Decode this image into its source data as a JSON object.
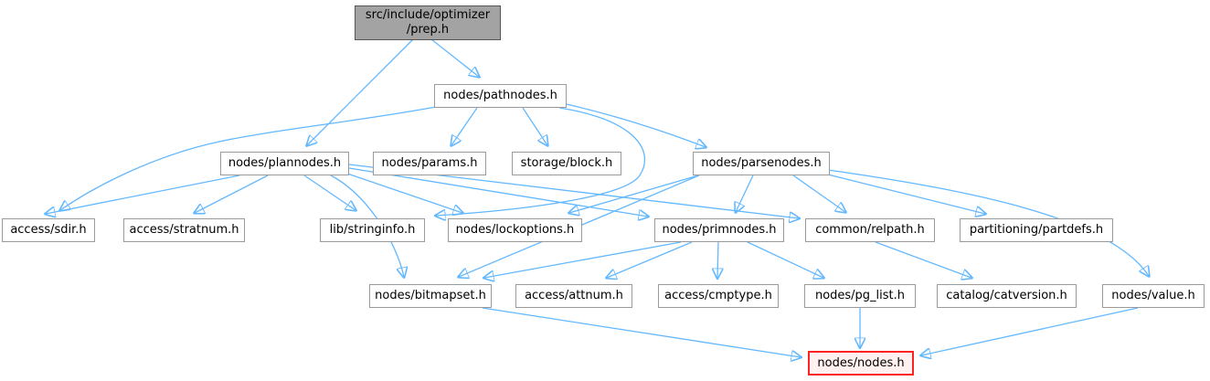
{
  "diagram": {
    "title": "Include dependency graph for src/include/optimizer/prep.h",
    "type": "include-dependency-graph",
    "colors": {
      "edge": "#63b8ff",
      "node_fill": "#ffffff",
      "node_border": "#9a9a9a",
      "root_fill": "#a3a3a3",
      "root_border": "#555555",
      "highlight_fill": "#fff1f0",
      "highlight_border": "#ff2222",
      "text": "#000000"
    },
    "nodes": [
      {
        "id": "prep",
        "label": "src/include/optimizer\n/prep.h",
        "style": "root"
      },
      {
        "id": "pathnodes",
        "label": "nodes/pathnodes.h",
        "style": "normal"
      },
      {
        "id": "plannodes",
        "label": "nodes/plannodes.h",
        "style": "normal"
      },
      {
        "id": "params",
        "label": "nodes/params.h",
        "style": "normal"
      },
      {
        "id": "block",
        "label": "storage/block.h",
        "style": "normal"
      },
      {
        "id": "parsenodes",
        "label": "nodes/parsenodes.h",
        "style": "normal"
      },
      {
        "id": "sdir",
        "label": "access/sdir.h",
        "style": "normal"
      },
      {
        "id": "stratnum",
        "label": "access/stratnum.h",
        "style": "normal"
      },
      {
        "id": "stringinfo",
        "label": "lib/stringinfo.h",
        "style": "normal"
      },
      {
        "id": "lockoptions",
        "label": "nodes/lockoptions.h",
        "style": "normal"
      },
      {
        "id": "primnodes",
        "label": "nodes/primnodes.h",
        "style": "normal"
      },
      {
        "id": "relpath",
        "label": "common/relpath.h",
        "style": "normal"
      },
      {
        "id": "partdefs",
        "label": "partitioning/partdefs.h",
        "style": "normal"
      },
      {
        "id": "bitmapset",
        "label": "nodes/bitmapset.h",
        "style": "normal"
      },
      {
        "id": "attnum",
        "label": "access/attnum.h",
        "style": "normal"
      },
      {
        "id": "cmptype",
        "label": "access/cmptype.h",
        "style": "normal"
      },
      {
        "id": "pg_list",
        "label": "nodes/pg_list.h",
        "style": "normal"
      },
      {
        "id": "catversion",
        "label": "catalog/catversion.h",
        "style": "normal"
      },
      {
        "id": "value",
        "label": "nodes/value.h",
        "style": "normal"
      },
      {
        "id": "nodes",
        "label": "nodes/nodes.h",
        "style": "highlight"
      }
    ],
    "edges": [
      {
        "from": "prep",
        "to": "pathnodes"
      },
      {
        "from": "prep",
        "to": "plannodes"
      },
      {
        "from": "pathnodes",
        "to": "sdir"
      },
      {
        "from": "pathnodes",
        "to": "params"
      },
      {
        "from": "pathnodes",
        "to": "block"
      },
      {
        "from": "pathnodes",
        "to": "parsenodes"
      },
      {
        "from": "pathnodes",
        "to": "stringinfo"
      },
      {
        "from": "plannodes",
        "to": "sdir"
      },
      {
        "from": "plannodes",
        "to": "stratnum"
      },
      {
        "from": "plannodes",
        "to": "stringinfo"
      },
      {
        "from": "plannodes",
        "to": "bitmapset"
      },
      {
        "from": "plannodes",
        "to": "lockoptions"
      },
      {
        "from": "plannodes",
        "to": "primnodes"
      },
      {
        "from": "plannodes",
        "to": "relpath"
      },
      {
        "from": "parsenodes",
        "to": "lockoptions"
      },
      {
        "from": "parsenodes",
        "to": "primnodes"
      },
      {
        "from": "parsenodes",
        "to": "relpath"
      },
      {
        "from": "parsenodes",
        "to": "partdefs"
      },
      {
        "from": "parsenodes",
        "to": "value"
      },
      {
        "from": "parsenodes",
        "to": "bitmapset"
      },
      {
        "from": "primnodes",
        "to": "attnum"
      },
      {
        "from": "primnodes",
        "to": "cmptype"
      },
      {
        "from": "primnodes",
        "to": "bitmapset"
      },
      {
        "from": "primnodes",
        "to": "pg_list"
      },
      {
        "from": "relpath",
        "to": "catversion"
      },
      {
        "from": "pg_list",
        "to": "nodes"
      },
      {
        "from": "bitmapset",
        "to": "nodes"
      },
      {
        "from": "value",
        "to": "nodes"
      }
    ]
  }
}
